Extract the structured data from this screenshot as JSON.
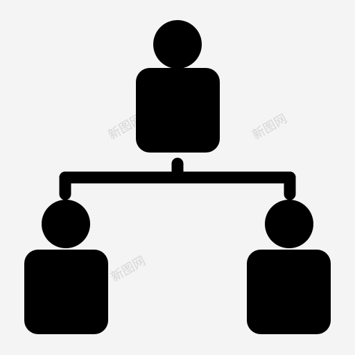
{
  "icon": {
    "name": "org-hierarchy-icon",
    "fill_color": "#000000",
    "background_color": "#f4f4f4"
  },
  "watermarks": [
    {
      "text": "新图网"
    },
    {
      "text": "新图网"
    },
    {
      "text": "新图网"
    }
  ]
}
